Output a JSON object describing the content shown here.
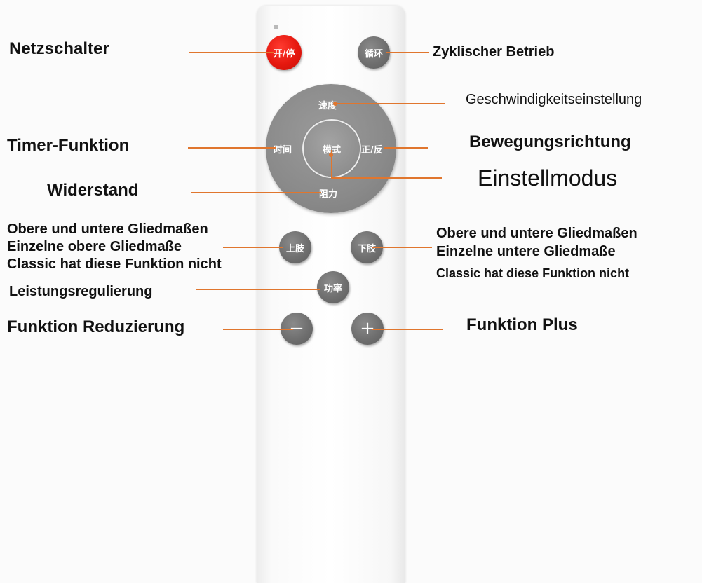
{
  "remote_buttons": {
    "power": "开/停",
    "cycle": "循环",
    "speed": "速度",
    "time": "时间",
    "mode": "模式",
    "direction": "正/反",
    "resistance": "阻力",
    "upper_limb": "上肢",
    "lower_limb": "下肢",
    "power_level": "功率",
    "minus": "−",
    "plus": "+"
  },
  "labels": {
    "power_switch": "Netzschalter",
    "cyclic_operation": "Zyklischer Betrieb",
    "speed_setting": "Geschwindigkeitseinstellung",
    "timer_function": "Timer-Funktion",
    "movement_direction": "Bewegungsrichtung",
    "setting_mode": "Einstellmodus",
    "resistance": "Widerstand",
    "upper_left_line1": "Obere und untere Gliedmaßen",
    "upper_left_line2": "Einzelne obere Gliedmaße",
    "upper_left_line3": "Classic hat diese Funktion nicht",
    "lower_right_line1": "Obere und untere Gliedmaßen",
    "lower_right_line2": "Einzelne untere Gliedmaße",
    "lower_right_line3": "Classic hat diese Funktion nicht",
    "power_regulation": "Leistungsregulierung",
    "function_reduce": "Funktion Reduzierung",
    "function_plus": "Funktion Plus"
  },
  "colors": {
    "callout_line": "#e0762e",
    "power_button": "#e5180f",
    "button_gray": "#6f6f6f"
  }
}
